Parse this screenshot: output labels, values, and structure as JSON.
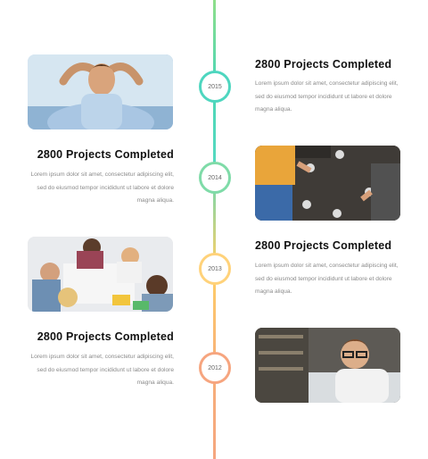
{
  "timeline": [
    {
      "year": "2015",
      "title": "2800 Projects Completed",
      "lines": [
        "Lorem ipsum dolor sit amet, consectetur adipiscing elit,",
        "sed do eiusmod tempor incididunt ut labore et dolore",
        "magna aliqua."
      ],
      "ring": "#4ed6bf",
      "photo": "man-relaxing-smiling"
    },
    {
      "year": "2014",
      "title": "2800 Projects Completed",
      "lines": [
        "Lorem ipsum dolor sit amet, consectetur adipiscing elit,",
        "sed do eiusmod tempor incididunt ut labore et dolore",
        "magna aliqua."
      ],
      "ring": "#7fdba8",
      "photo": "team-coffee-table"
    },
    {
      "year": "2013",
      "title": "2800 Projects Completed",
      "lines": [
        "Lorem ipsum dolor sit amet, consectetur adipiscing elit,",
        "sed do eiusmod tempor incididunt ut labore et dolore",
        "magna aliqua."
      ],
      "ring": "#ffd27a",
      "photo": "team-meeting-desk"
    },
    {
      "year": "2012",
      "title": "2800 Projects Completed",
      "lines": [
        "Lorem ipsum dolor sit amet, consectetur adipiscing elit,",
        "sed do eiusmod tempor incididunt ut labore et dolore",
        "magna aliqua."
      ],
      "ring": "#f6a57f",
      "photo": "man-glasses-thinking"
    }
  ]
}
